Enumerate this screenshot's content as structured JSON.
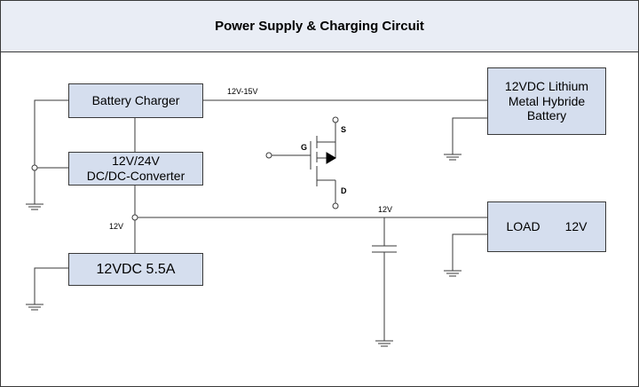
{
  "title": "Power Supply & Charging Circuit",
  "blocks": {
    "battery_charger": "Battery Charger",
    "dc_converter_line1": "12V/24V",
    "dc_converter_line2": "DC/DC-Converter",
    "supply_12vdc": "12VDC 5.5A",
    "battery_line1": "12VDC Lithium",
    "battery_line2": "Metal Hybride",
    "battery_line3": "Battery",
    "load_name": "LOAD",
    "load_voltage": "12V"
  },
  "wire_labels": {
    "charge_line": "12V-15V",
    "converter_out": "12V",
    "bus": "12V"
  },
  "mosfet_pins": {
    "gate": "G",
    "source": "S",
    "drain": "D"
  },
  "colors": {
    "block_fill": "#d5deee",
    "title_fill": "#e9edf5",
    "line": "#3a3a3a"
  }
}
